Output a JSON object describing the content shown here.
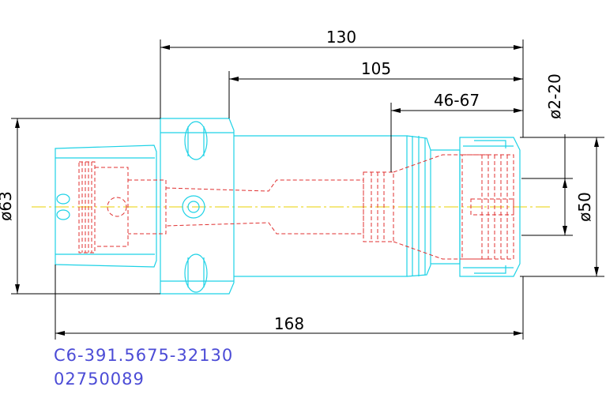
{
  "dimensions": {
    "overall_top": "130",
    "mid_top": "105",
    "gauge_range": "46-67",
    "clamp_range": "ø2-20",
    "flange_diameter": "ø63",
    "nut_diameter": "ø50",
    "overall_bottom": "168"
  },
  "part": {
    "code": "C6-391.5675-32130",
    "number": "02750089"
  },
  "colors": {
    "outline": "#1ed2e6",
    "hidden": "#e03030",
    "dimension": "#000000",
    "centerline": "#e8d200",
    "part_code": "#4b4bd6"
  }
}
